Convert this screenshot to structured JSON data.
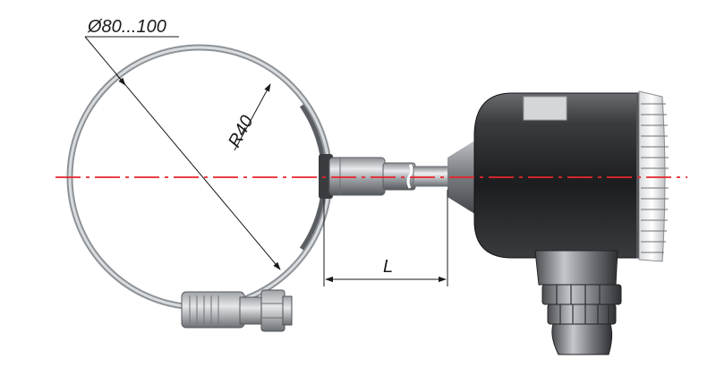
{
  "dimensions": {
    "diameter_label": "Ø80...100",
    "radius_label": "R40",
    "length_label": "L"
  },
  "colors": {
    "centerline": "#e8242b",
    "clamp_band": "#9aa0a6",
    "housing_dark": "#2a2b2d",
    "dimension_line": "#1a1a1a"
  }
}
